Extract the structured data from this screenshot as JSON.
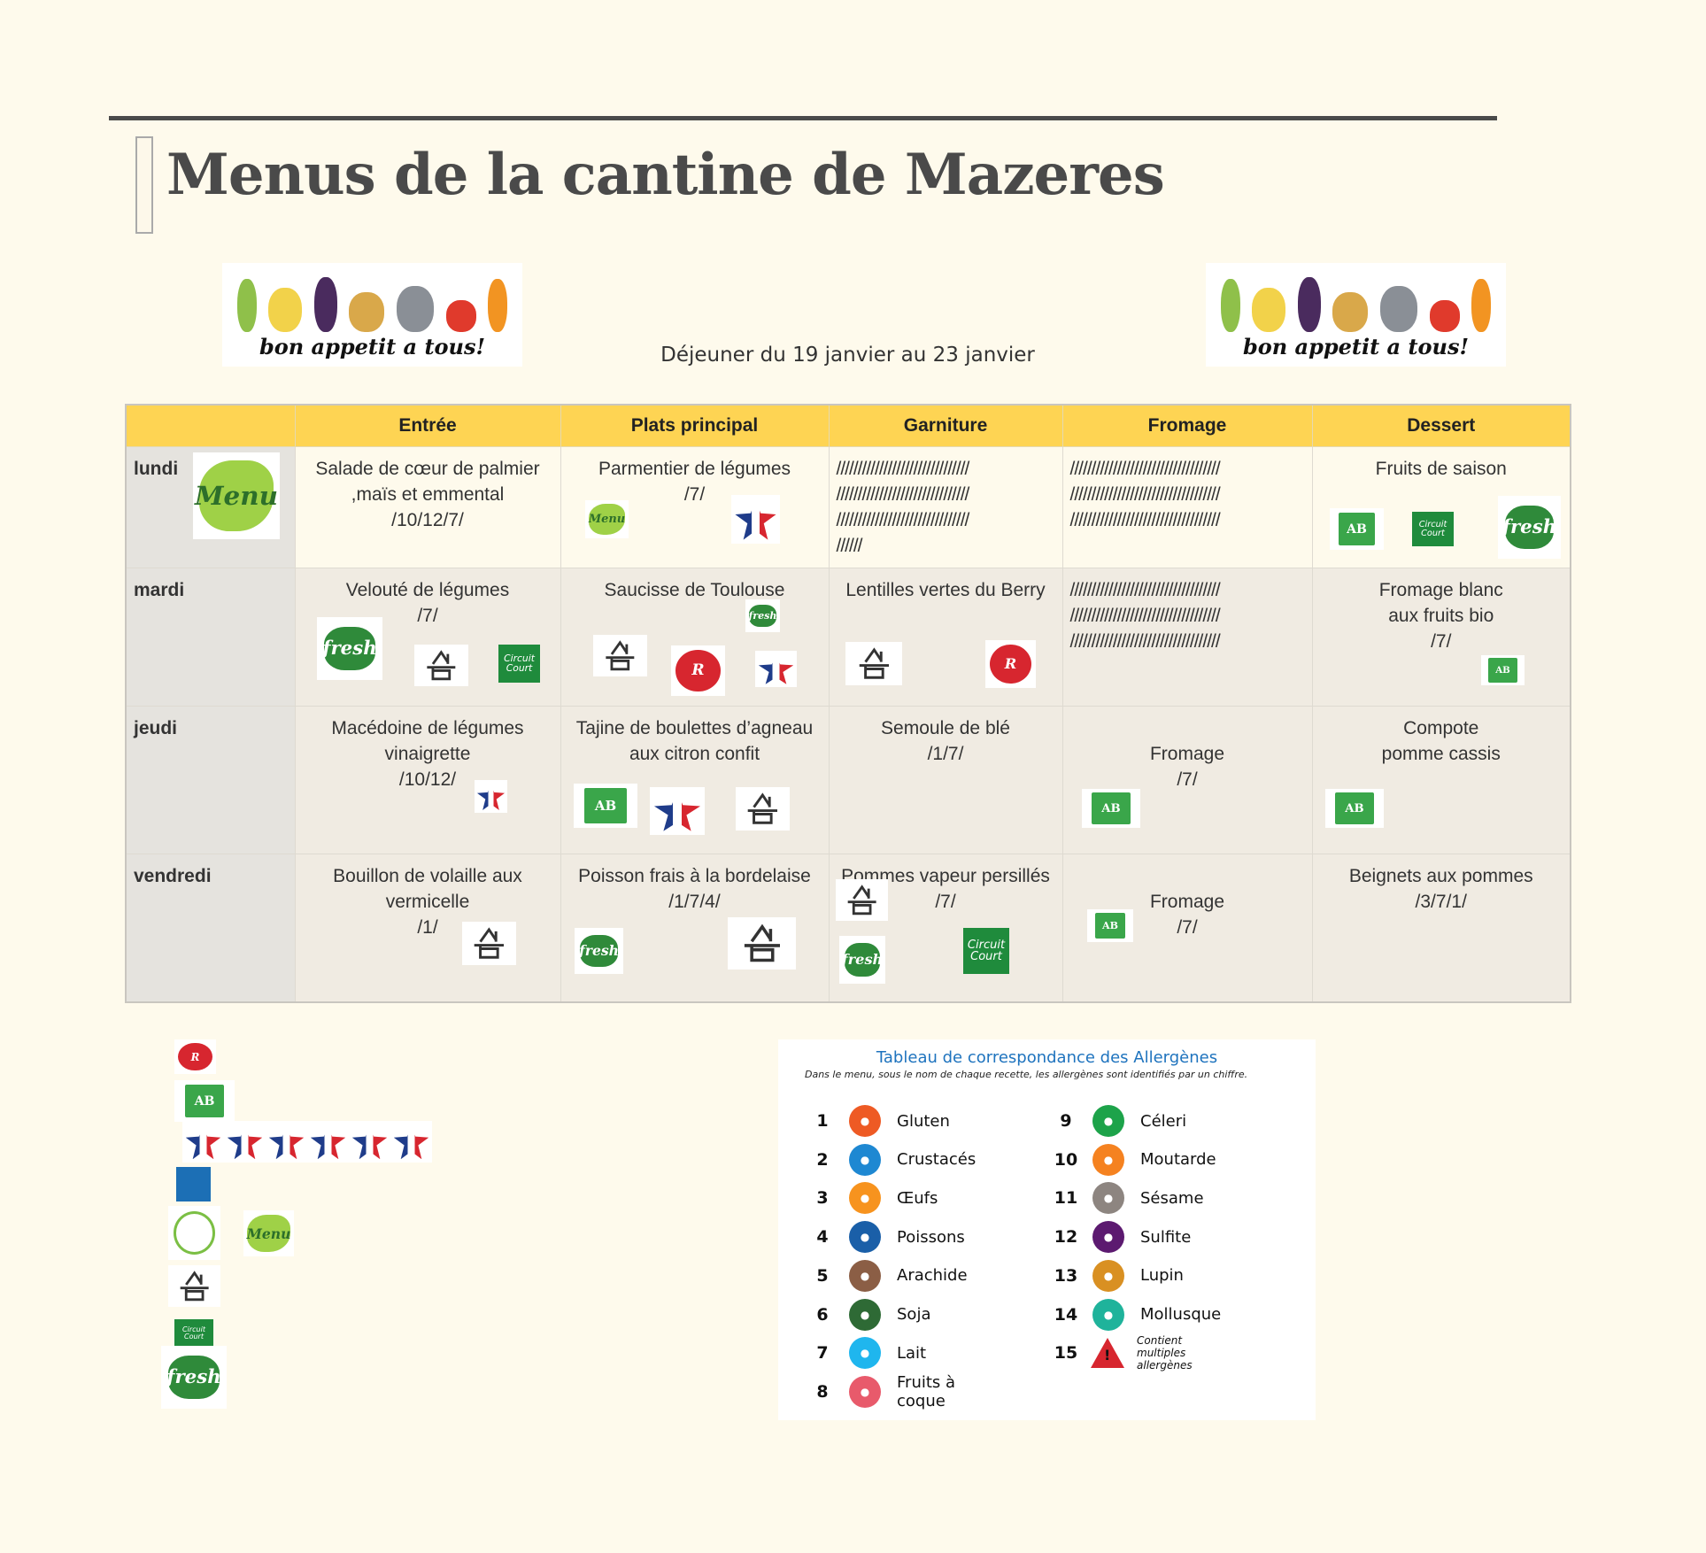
{
  "title": "Menus de la cantine de Mazeres",
  "banner_slogan": "bon appetit a tous!",
  "subtitle": "Déjeuner du 19 janvier au 23 janvier",
  "columns": [
    "",
    "Entrée",
    "Plats principal",
    "Garniture",
    "Fromage",
    "Dessert"
  ],
  "rows": [
    {
      "day": "lundi",
      "cells": [
        "Salade de cœur de palmier\n,maïs  et emmental\n/10/12/7/",
        "Parmentier de légumes\n/7/",
        "///////////////////////////////\n///////////////////////////////\n///////////////////////////////\n//////",
        "///////////////////////////////////\n///////////////////////////////////\n///////////////////////////////////",
        "Fruits de saison"
      ]
    },
    {
      "day": "mardi",
      "cells": [
        "Velouté de légumes\n/7/",
        "Saucisse de Toulouse",
        "Lentilles vertes du Berry",
        "///////////////////////////////////\n///////////////////////////////////\n///////////////////////////////////",
        "Fromage blanc\naux fruits bio\n/7/"
      ]
    },
    {
      "day": "jeudi",
      "cells": [
        "Macédoine de légumes\nvinaigrette\n/10/12/",
        "Tajine de boulettes d’agneau\naux citron confit",
        "Semoule de blé\n/1/7/",
        "\nFromage\n/7/",
        "Compote\npomme cassis"
      ]
    },
    {
      "day": "vendredi",
      "cells": [
        "Bouillon de volaille aux\nvermicelle\n/1/",
        "Poisson frais à la bordelaise\n/1/7/4/",
        "Pommes vapeur persillés\n/7/",
        "\nFromage\n/7/",
        "Beignets aux pommes\n/3/7/1/"
      ]
    }
  ],
  "logos": {
    "ab": "AB",
    "fresh": "fresh",
    "circuit_court": "Circuit Court",
    "label_rouge": "R",
    "menu_vegetarien": "Menu"
  },
  "allergens": {
    "title": "Tableau de correspondance des Allergènes",
    "subtitle": "Dans le menu, sous le nom de chaque recette, les allergènes sont identifiés par un chiffre.",
    "items": [
      {
        "num": "1",
        "label": "Gluten",
        "color": "#ee5a24"
      },
      {
        "num": "2",
        "label": "Crustacés",
        "color": "#1e88d2"
      },
      {
        "num": "3",
        "label": "Œufs",
        "color": "#f7931e"
      },
      {
        "num": "4",
        "label": "Poissons",
        "color": "#1a5fa8"
      },
      {
        "num": "5",
        "label": "Arachide",
        "color": "#8b5e45"
      },
      {
        "num": "6",
        "label": "Soja",
        "color": "#2e6a35"
      },
      {
        "num": "7",
        "label": "Lait",
        "color": "#1fb6ee"
      },
      {
        "num": "8",
        "label": "Fruits à coque",
        "color": "#e85a6b"
      },
      {
        "num": "9",
        "label": "Céleri",
        "color": "#1da34a"
      },
      {
        "num": "10",
        "label": "Moutarde",
        "color": "#f58220"
      },
      {
        "num": "11",
        "label": "Sésame",
        "color": "#8d8580"
      },
      {
        "num": "12",
        "label": "Sulfite",
        "color": "#5c1a70"
      },
      {
        "num": "13",
        "label": "Lupin",
        "color": "#d99022"
      },
      {
        "num": "14",
        "label": "Mollusque",
        "color": "#1fb39b"
      },
      {
        "num": "15",
        "label": "Contient multiples allergènes",
        "color": "#d7262f"
      }
    ]
  }
}
